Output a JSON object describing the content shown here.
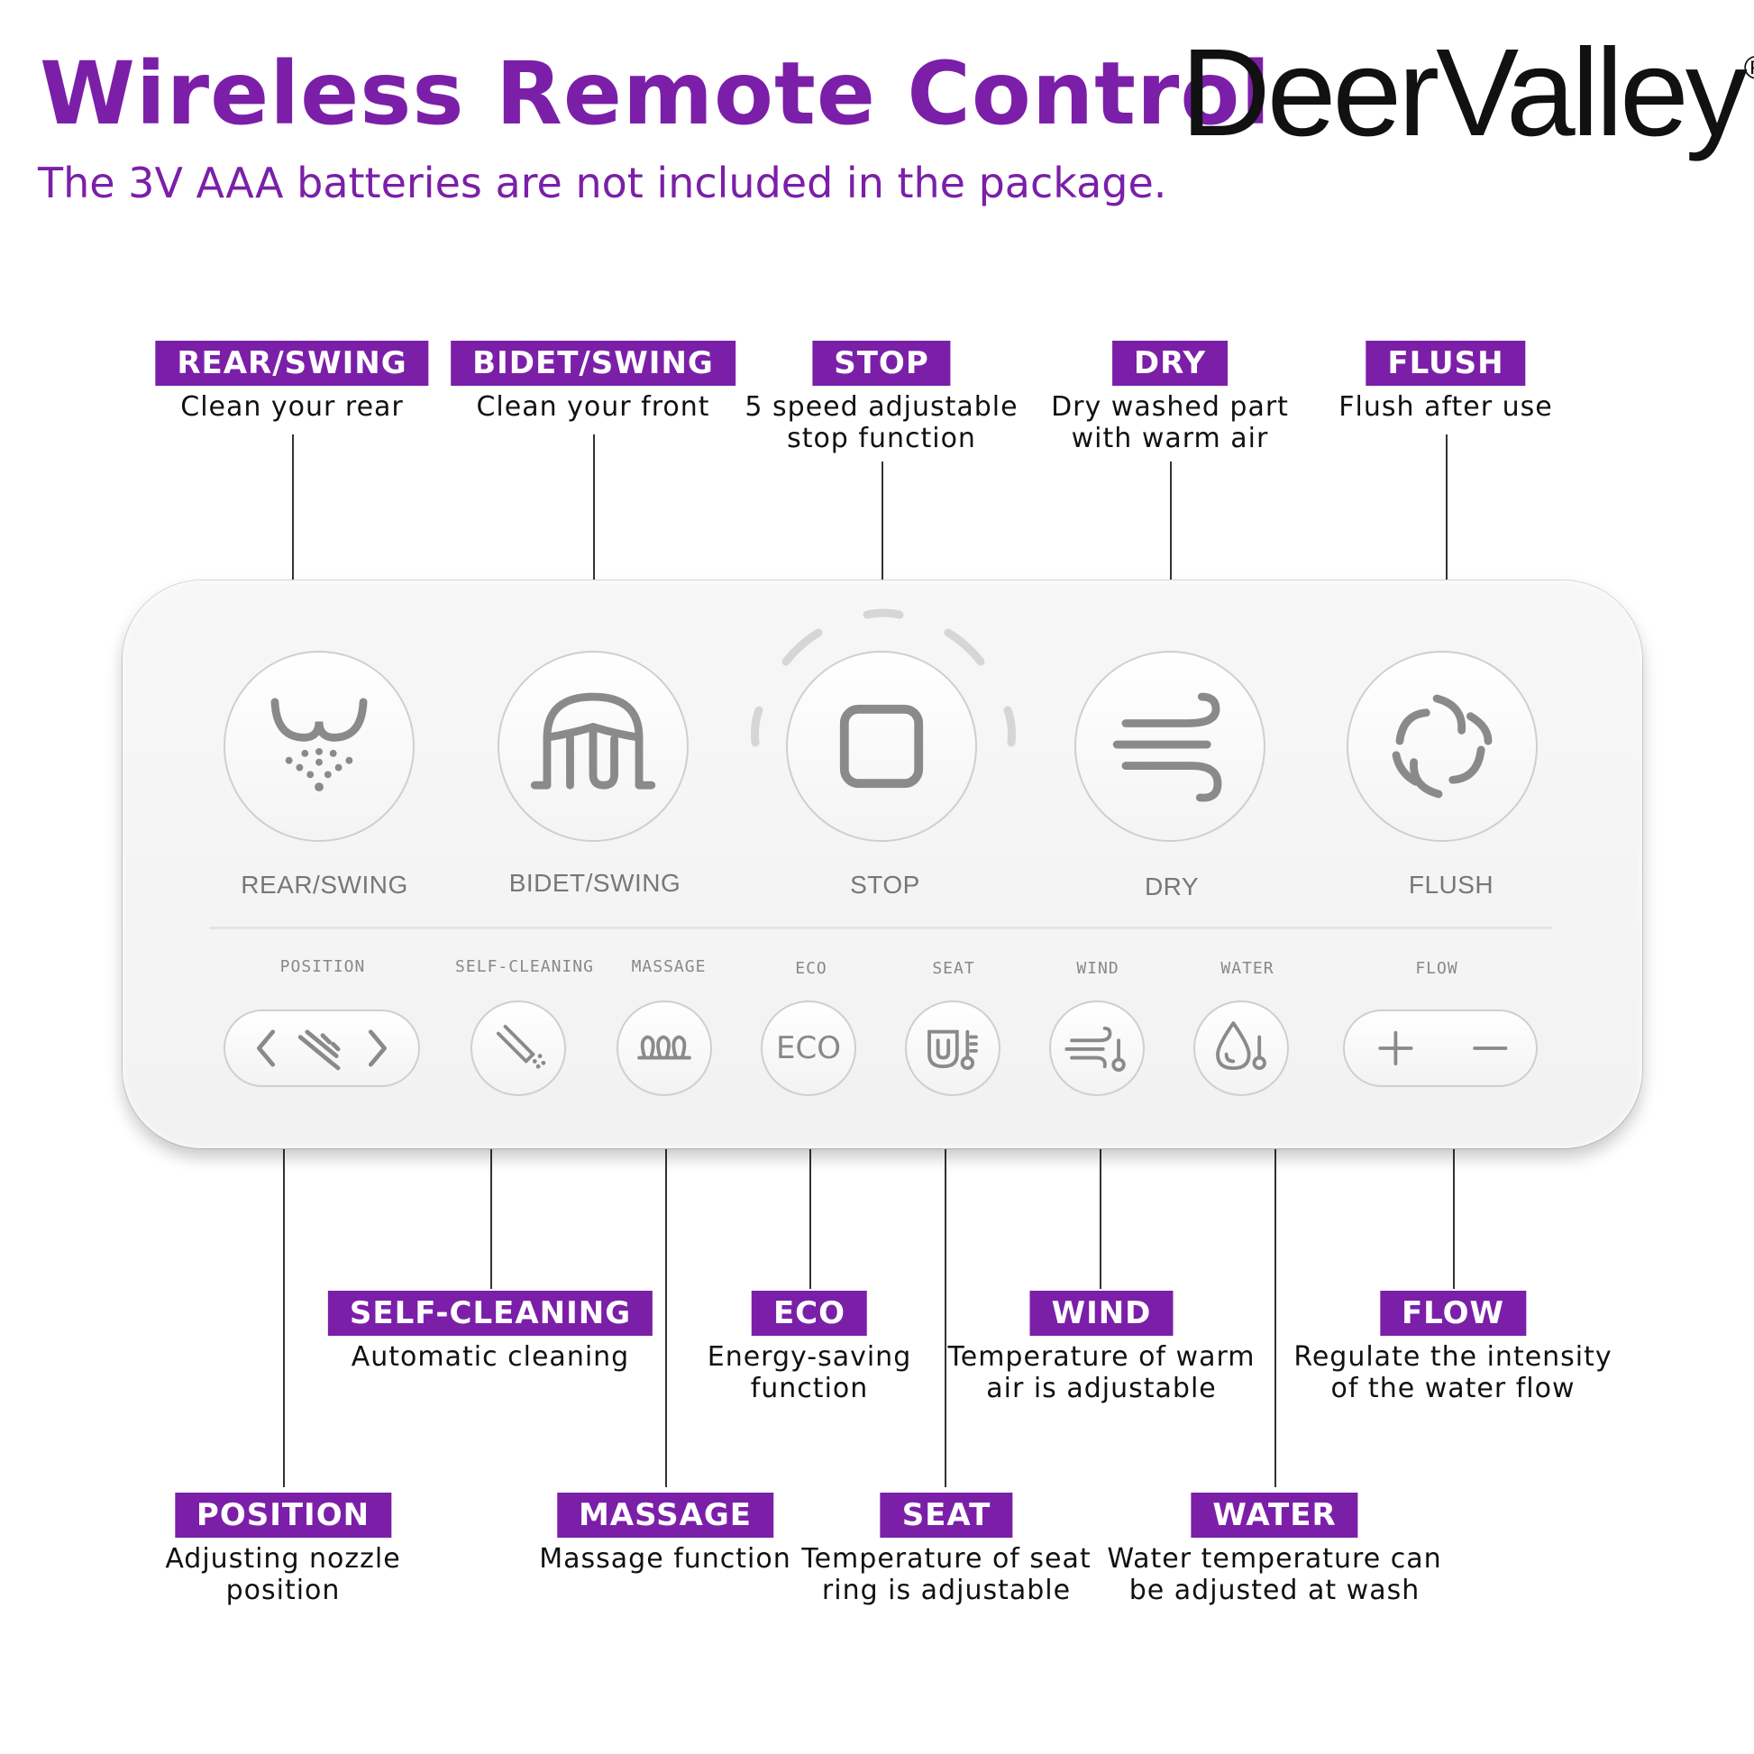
{
  "header": {
    "title": "Wireless Remote Control",
    "subtitle": "The 3V AAA batteries are not included in the package.",
    "brand": "DeerValley",
    "brand_mark": "®"
  },
  "colors": {
    "accent": "#7b1fa8",
    "icon_gray": "#8a8a8a",
    "text": "#111111"
  },
  "top_callouts": [
    {
      "name": "REAR/SWING",
      "desc": [
        "Clean your rear"
      ]
    },
    {
      "name": "BIDET/SWING",
      "desc": [
        "Clean your front"
      ]
    },
    {
      "name": "STOP",
      "desc": [
        "5 speed adjustable",
        "stop function"
      ]
    },
    {
      "name": "DRY",
      "desc": [
        "Dry washed part",
        "with warm air"
      ]
    },
    {
      "name": "FLUSH",
      "desc": [
        "Flush after use"
      ]
    }
  ],
  "middle_callouts": [
    {
      "name": "SELF-CLEANING",
      "desc": [
        "Automatic cleaning"
      ]
    },
    {
      "name": "ECO",
      "desc": [
        "Energy-saving",
        "function"
      ]
    },
    {
      "name": "WIND",
      "desc": [
        "Temperature of warm",
        "air is adjustable"
      ]
    },
    {
      "name": "FLOW",
      "desc": [
        "Regulate the intensity",
        "of the water flow"
      ]
    }
  ],
  "bottom_callouts": [
    {
      "name": "POSITION",
      "desc": [
        "Adjusting nozzle",
        "position"
      ]
    },
    {
      "name": "MASSAGE",
      "desc": [
        "Massage function"
      ]
    },
    {
      "name": "SEAT",
      "desc": [
        "Temperature of seat",
        "ring is adjustable"
      ]
    },
    {
      "name": "WATER",
      "desc": [
        "Water temperature can",
        "be adjusted at wash"
      ]
    }
  ],
  "remote": {
    "big_buttons": [
      {
        "label": "REAR/SWING",
        "icon": "rear-wash-icon"
      },
      {
        "label": "BIDET/SWING",
        "icon": "bidet-wash-icon"
      },
      {
        "label": "STOP",
        "icon": "stop-square-icon"
      },
      {
        "label": "DRY",
        "icon": "wind-dry-icon"
      },
      {
        "label": "FLUSH",
        "icon": "flush-swirl-icon"
      }
    ],
    "small_labels": [
      "POSITION",
      "SELF-CLEANING",
      "MASSAGE",
      "ECO",
      "SEAT",
      "WIND",
      "WATER",
      "FLOW"
    ],
    "small_buttons": {
      "eco_text": "ECO",
      "position_icon": "nozzle-position-icon",
      "self_cleaning_icon": "nozzle-clean-icon",
      "massage_icon": "massage-coil-icon",
      "seat_icon": "seat-temperature-icon",
      "wind_icon": "wind-temperature-icon",
      "water_icon": "water-temperature-icon",
      "flow_plus": "+",
      "flow_minus": "−"
    }
  }
}
